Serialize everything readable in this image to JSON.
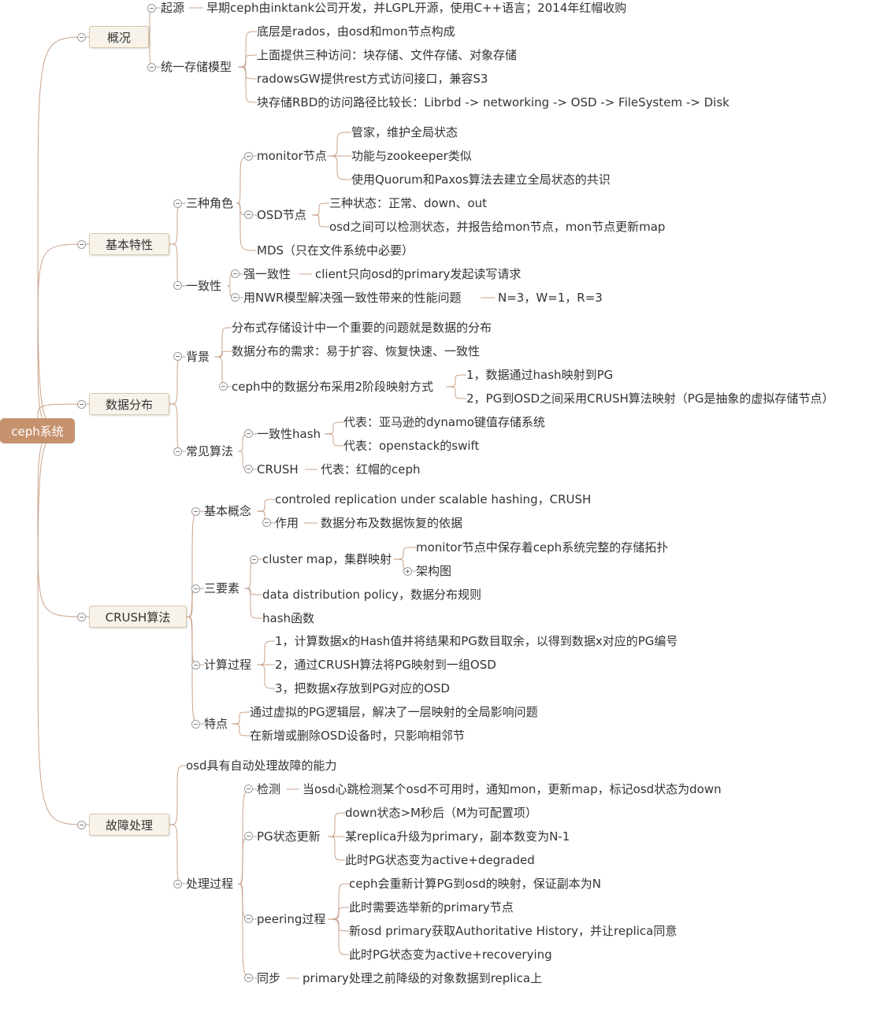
{
  "root": {
    "label": "ceph系统"
  },
  "nodes": {
    "overview": "概况",
    "origin": "起源",
    "origin_desc": "早期ceph由inktank公司开发，并LGPL开源，使用C++语言；2014年红帽收购",
    "unified": "统一存储模型",
    "unified_1": "底层是rados，由osd和mon节点构成",
    "unified_2": "上面提供三种访问：块存储、文件存储、对象存储",
    "unified_3": "radowsGW提供rest方式访问接口，兼容S3",
    "unified_4": "块存储RBD的访问路径比较长：Librbd -> networking -> OSD -> FileSystem -> Disk",
    "basic": "基本特性",
    "roles": "三种角色",
    "monitor": "monitor节点",
    "monitor_1": "管家，维护全局状态",
    "monitor_2": "功能与zookeeper类似",
    "monitor_3": "使用Quorum和Paxos算法去建立全局状态的共识",
    "osd": "OSD节点",
    "osd_1": "三种状态：正常、down、out",
    "osd_2": "osd之间可以检测状态，并报告给mon节点，mon节点更新map",
    "mds": "MDS（只在文件系统中必要）",
    "consistency": "一致性",
    "strong": "强一致性",
    "strong_desc": "client只向osd的primary发起读写请求",
    "nwr": "用NWR模型解决强一致性带来的性能问题",
    "nwr_desc": "N=3，W=1，R=3",
    "distribution": "数据分布",
    "background": "背景",
    "bg_1": "分布式存储设计中一个重要的问题就是数据的分布",
    "bg_2": "数据分布的需求：易于扩容、恢复快速、一致性",
    "bg_3": "ceph中的数据分布采用2阶段映射方式",
    "bg_3_1": "1，数据通过hash映射到PG",
    "bg_3_2": "2，PG到OSD之间采用CRUSH算法映射（PG是抽象的虚拟存储节点）",
    "algorithms": "常见算法",
    "chash": "一致性hash",
    "chash_1": "代表：亚马逊的dynamo键值存储系统",
    "chash_2": "代表：openstack的swift",
    "crush_alg": "CRUSH",
    "crush_alg_desc": "代表：红帽的ceph",
    "crush": "CRUSH算法",
    "concept": "基本概念",
    "concept_1": "controled replication under scalable hashing，CRUSH",
    "concept_role": "作用",
    "concept_role_desc": "数据分布及数据恢复的依据",
    "elements": "三要素",
    "cluster_map": "cluster map，集群映射",
    "cluster_map_1": "monitor节点中保存着ceph系统完整的存储拓扑",
    "cluster_map_2": "架构图",
    "policy": "data distribution policy，数据分布规则",
    "hashfn": "hash函数",
    "process": "计算过程",
    "process_1": "1，计算数据x的Hash值并将结果和PG数目取余，以得到数据x对应的PG编号",
    "process_2": "2，通过CRUSH算法将PG映射到一组OSD",
    "process_3": "3，把数据x存放到PG对应的OSD",
    "features": "特点",
    "features_1": "通过虚拟的PG逻辑层，解决了一层映射的全局影响问题",
    "features_2": "在新增或删除OSD设备时，只影响相邻节",
    "fault": "故障处理",
    "fault_1": "osd具有自动处理故障的能力",
    "handling": "处理过程",
    "detect": "检测",
    "detect_desc": "当osd心跳检测某个osd不可用时，通知mon，更新map，标记osd状态为down",
    "pg_update": "PG状态更新",
    "pg_update_1": "down状态>M秒后（M为可配置项）",
    "pg_update_2": "某replica升级为primary，副本数变为N-1",
    "pg_update_3": "此时PG状态变为active+degraded",
    "peering": "peering过程",
    "peering_1": "ceph会重新计算PG到osd的映射，保证副本为N",
    "peering_2": "此时需要选举新的primary节点",
    "peering_3": "新osd primary获取Authoritative History，并让replica同意",
    "peering_4": "此时PG状态变为active+recoverying",
    "sync": "同步",
    "sync_desc": "primary处理之前降级的对象数据到replica上"
  },
  "colors": {
    "branch": "#c9a38b",
    "root_fill": "#c6926e",
    "box_fill": "#f8f3ea",
    "box_border": "#d8c7a8",
    "text": "#333333"
  }
}
